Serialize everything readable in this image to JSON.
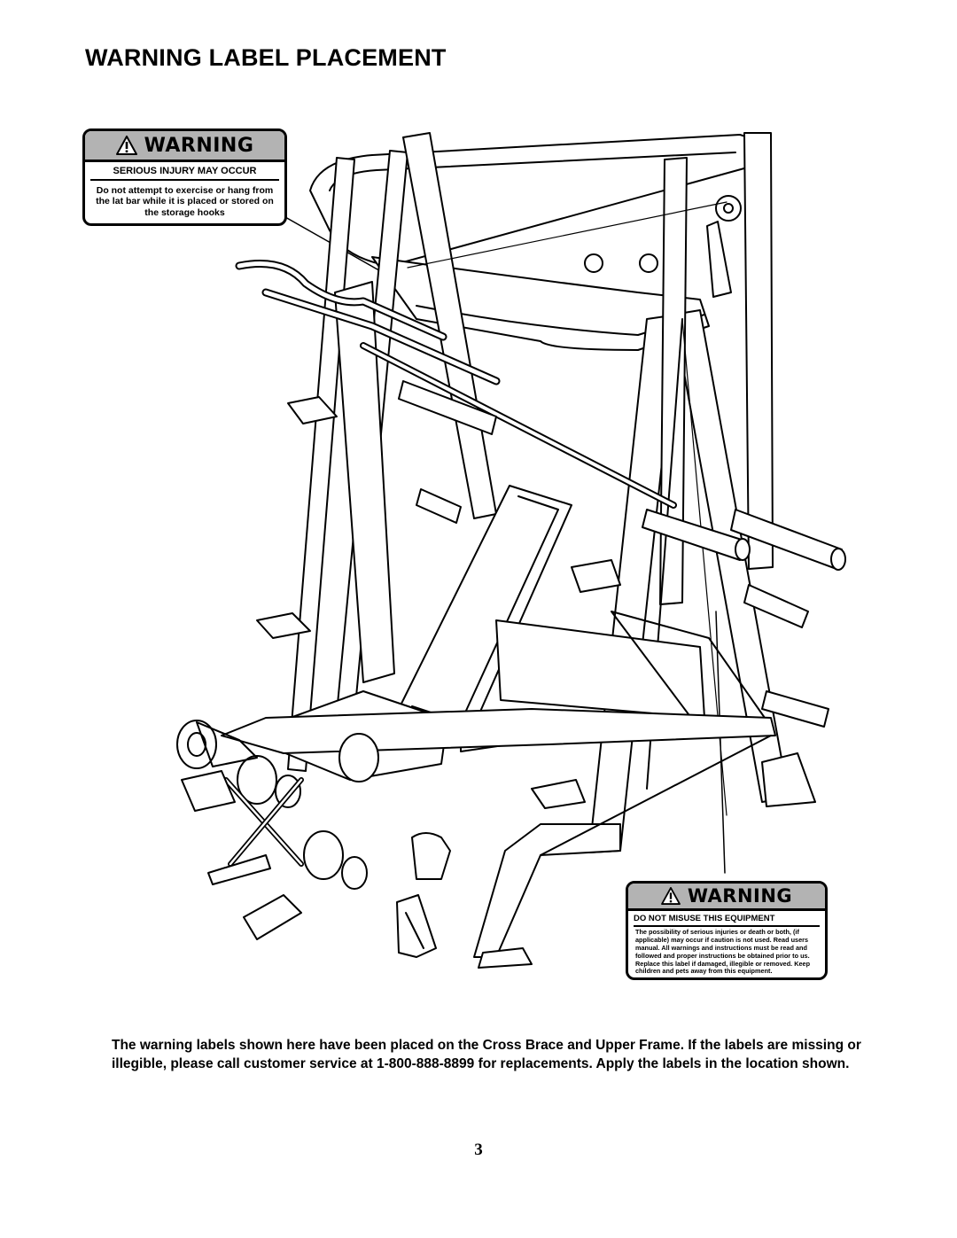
{
  "page": {
    "title": "WARNING LABEL PLACEMENT",
    "caption": "The warning labels shown here have been placed on the Cross Brace and Upper Frame.  If the labels are missing or illegible, please call customer service at 1-800-888-8899 for replacements.  Apply the labels in the location shown.",
    "page_number": "3"
  },
  "labels": {
    "top": {
      "header": "WARNING",
      "subtitle": "SERIOUS INJURY MAY OCCUR",
      "body": "Do not attempt to exercise or hang from the lat bar while it is placed or stored on the storage hooks"
    },
    "bottom": {
      "header": "WARNING",
      "subtitle": "DO NOT MISUSE THIS EQUIPMENT",
      "body": "The possibility of serious injuries or death or both, (if applicable) may occur if caution is not used. Read users manual. All warnings and instructions must be read and followed and proper instructions be obtained prior to us. Replace this label if damaged, illegible or removed. Keep children and pets away from this equipment."
    }
  },
  "illustration": {
    "subject": "weight machine line drawing",
    "icon": "warning-triangle-icon"
  }
}
